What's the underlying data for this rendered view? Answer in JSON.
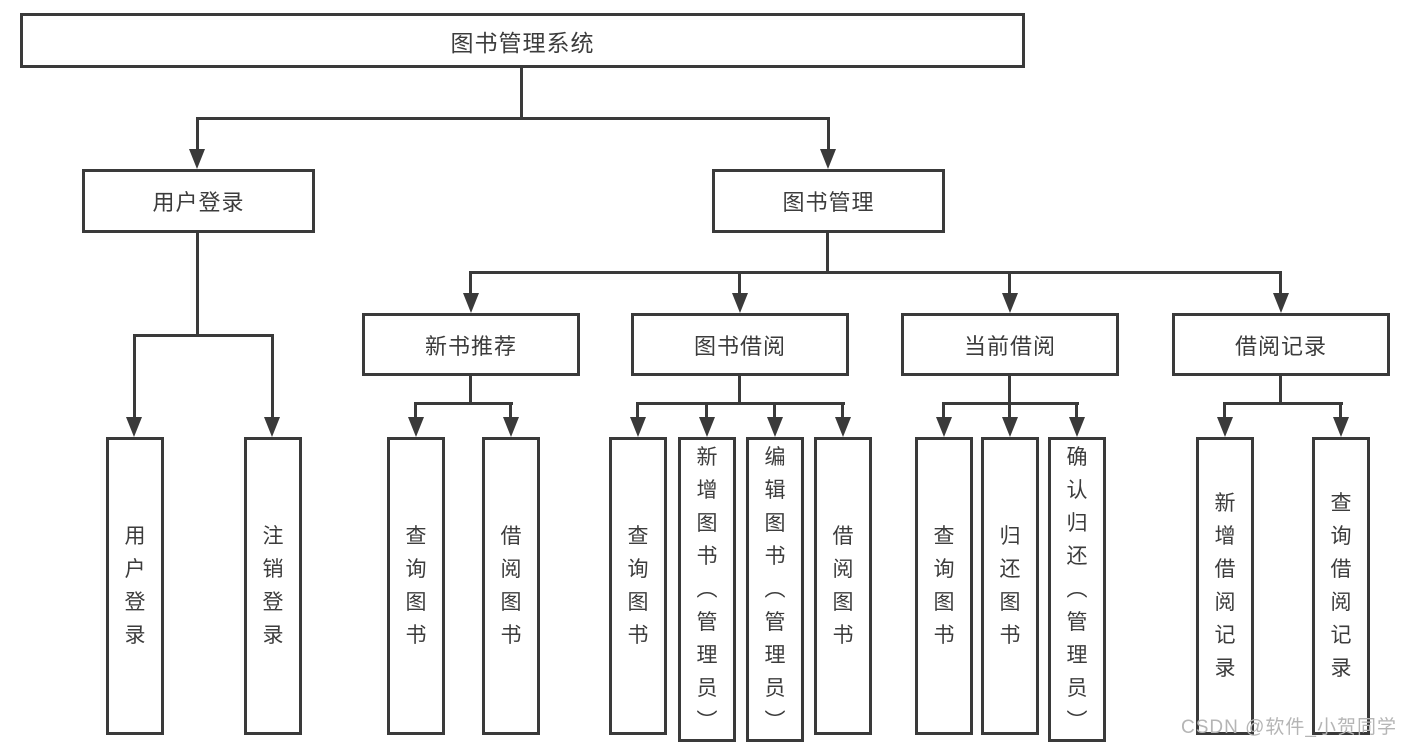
{
  "tree": {
    "root": "图书管理系统",
    "branches": [
      {
        "label": "用户登录",
        "children": [
          {
            "label": "用户登录"
          },
          {
            "label": "注销登录"
          }
        ]
      },
      {
        "label": "图书管理",
        "children": [
          {
            "label": "新书推荐",
            "children": [
              {
                "label": "查询图书"
              },
              {
                "label": "借阅图书"
              }
            ]
          },
          {
            "label": "图书借阅",
            "children": [
              {
                "label": "查询图书"
              },
              {
                "label": "新增图书（管理员）"
              },
              {
                "label": "编辑图书（管理员）"
              },
              {
                "label": "借阅图书"
              }
            ]
          },
          {
            "label": "当前借阅",
            "children": [
              {
                "label": "查询图书"
              },
              {
                "label": "归还图书"
              },
              {
                "label": "确认归还（管理员）"
              }
            ]
          },
          {
            "label": "借阅记录",
            "children": [
              {
                "label": "新增借阅记录"
              },
              {
                "label": "查询借阅记录"
              }
            ]
          }
        ]
      }
    ]
  },
  "watermark": {
    "text": "CSDN @软件_小贺同学"
  },
  "colors": {
    "line": "#3a3a3a",
    "text": "#3c3c3c",
    "background": "#ffffff",
    "watermark": "#b5b5b5"
  }
}
